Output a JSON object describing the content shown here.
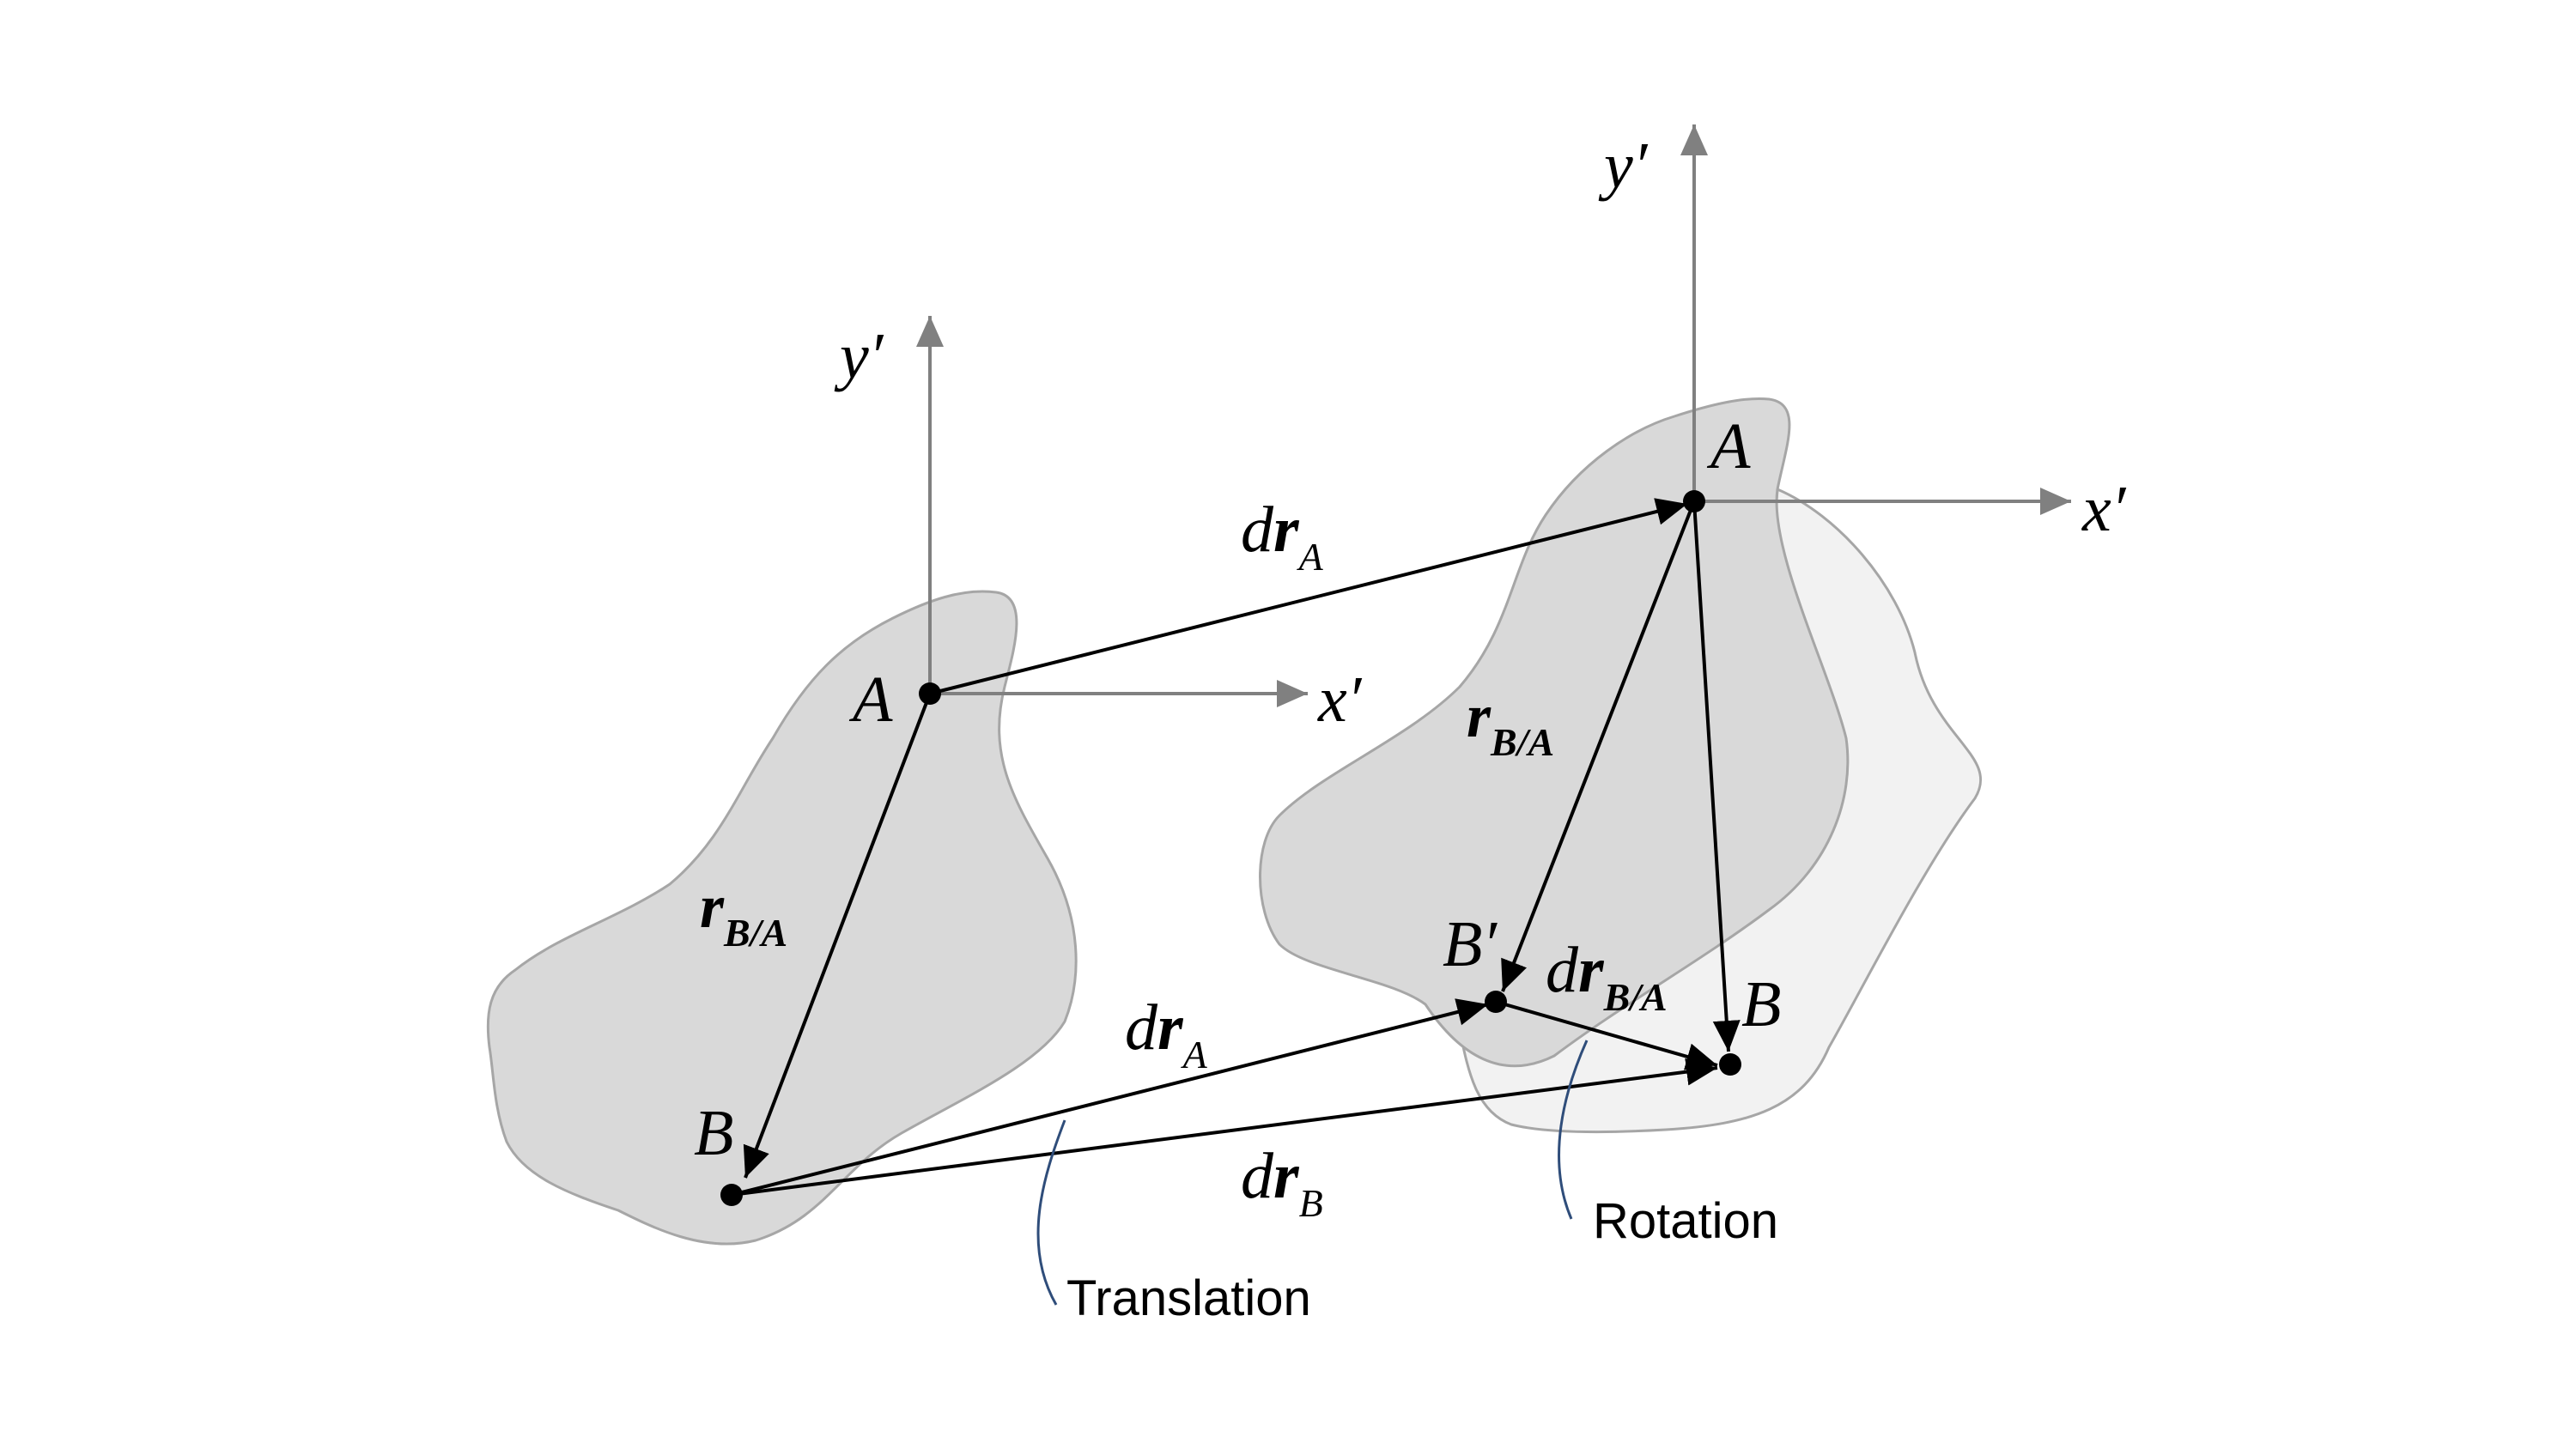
{
  "colors": {
    "body_fill": "#d9d9d9",
    "body_stroke": "#a6a6a6",
    "rotated_body_fill": "#f2f2f2",
    "axis": "#808080",
    "vector": "#000000",
    "leader": "#2f4d7a"
  },
  "left_frame": {
    "point_a": "A",
    "point_b": "B",
    "x_axis": "x′",
    "y_axis": "y′",
    "r_main": "r",
    "r_sub": "B/A"
  },
  "right_frame": {
    "point_a": "A",
    "point_b": "B",
    "point_b_prime": "B′",
    "x_axis": "x′",
    "y_axis": "y′",
    "r_main": "r",
    "r_sub": "B/A"
  },
  "vectors": {
    "dra_top": {
      "d": "d",
      "r": "r",
      "sub": "A"
    },
    "dra_bottom": {
      "d": "d",
      "r": "r",
      "sub": "A"
    },
    "drb": {
      "d": "d",
      "r": "r",
      "sub": "B"
    },
    "drba": {
      "d": "d",
      "r": "r",
      "sub": "B/A"
    }
  },
  "callouts": {
    "translation": "Translation",
    "rotation": "Rotation"
  }
}
